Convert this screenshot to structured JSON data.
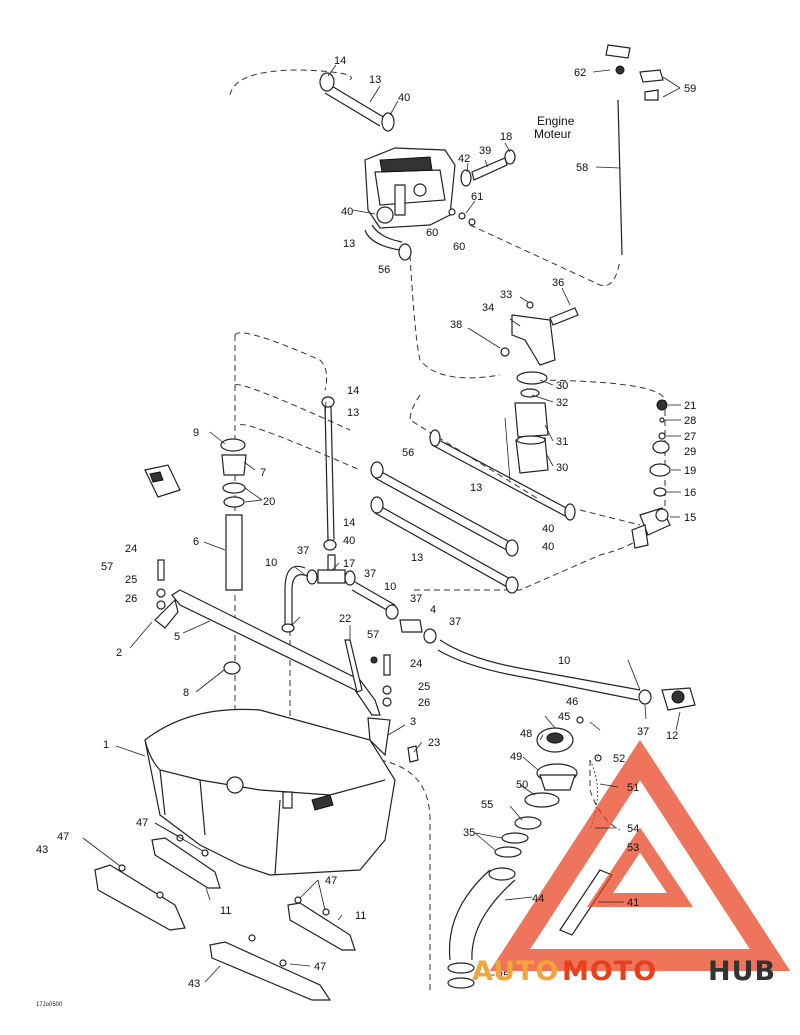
{
  "destination_label_en": "Engine",
  "destination_label_fr": "Moteur",
  "drawing_code": "17Jo0500",
  "watermark": {
    "auto": "AUTO",
    "moto": "MOTO",
    "hub": "HUB",
    "color_primary": "#e8401c",
    "color_secondary": "#f3a43a",
    "color_dark": "#333333"
  },
  "callouts": [
    "14",
    "13",
    "40",
    "62",
    "59",
    "58",
    "18",
    "39",
    "42",
    "61",
    "60",
    "40",
    "13",
    "60",
    "56",
    "36",
    "33",
    "34",
    "38",
    "30",
    "32",
    "31",
    "30",
    "21",
    "28",
    "27",
    "29",
    "19",
    "16",
    "15",
    "14",
    "13",
    "9",
    "7",
    "20",
    "56",
    "13",
    "14",
    "40",
    "6",
    "24",
    "57",
    "25",
    "26",
    "2",
    "5",
    "37",
    "10",
    "17",
    "37",
    "10",
    "37",
    "4",
    "37",
    "22",
    "57",
    "24",
    "25",
    "26",
    "3",
    "23",
    "8",
    "1",
    "10",
    "46",
    "45",
    "48",
    "52",
    "49",
    "51",
    "50",
    "54",
    "55",
    "53",
    "35",
    "44",
    "41",
    "47",
    "43",
    "47",
    "11",
    "47",
    "11",
    "43",
    "47",
    "35",
    "12",
    "37",
    "13",
    "40",
    "40"
  ]
}
